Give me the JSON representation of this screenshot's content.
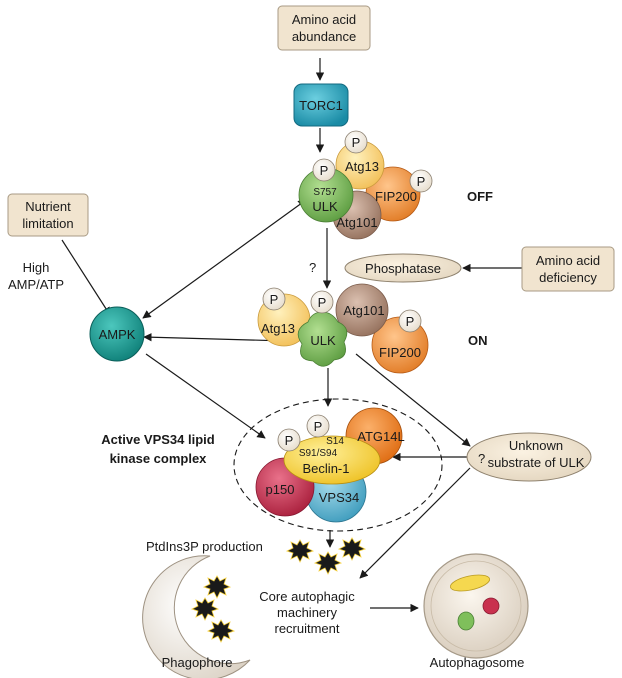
{
  "boxes": {
    "amino_abundance": [
      "Amino acid",
      "abundance"
    ],
    "nutrient_limitation": [
      "Nutrient",
      "limitation"
    ],
    "amino_deficiency": [
      "Amino acid",
      "deficiency"
    ]
  },
  "labels": {
    "torc1": "TORC1",
    "high_amp": [
      "High",
      "AMP/ATP"
    ],
    "ampk": "AMPK",
    "off": "OFF",
    "on": "ON",
    "question": "?",
    "phosphatase": "Phosphatase",
    "unknown_substrate": [
      "Unknown",
      "substrate of ULK"
    ],
    "vps34_complex": [
      "Active VPS34 lipid",
      "kinase complex"
    ],
    "ptdins3p": "PtdIns3P production",
    "core_machinery": [
      "Core autophagic",
      "machinery",
      "recruitment"
    ],
    "phagophore": "Phagophore",
    "autophagosome": "Autophagosome"
  },
  "off_complex": {
    "ulk": "ULK",
    "site": "S757",
    "atg13": "Atg13",
    "fip200": "FIP200",
    "atg101": "Atg101",
    "p": "P"
  },
  "on_complex": {
    "ulk": "ULK",
    "atg13": "Atg13",
    "fip200": "FIP200",
    "atg101": "Atg101",
    "p": "P"
  },
  "vps34": {
    "beclin": "Beclin-1",
    "sites": "S91/S94",
    "s14": "S14",
    "atg14l": "ATG14L",
    "p150": "p150",
    "vps34": "VPS34",
    "p": "P"
  },
  "colors": {
    "box_fill": "#f1e4cf",
    "torc1": "#2ba6bf",
    "ampk": "#1ea39a",
    "ulk": "#7dbd5e",
    "atg13": "#fdd57e",
    "fip200": "#f39a45",
    "atg101": "#b89582",
    "beclin": "#f9d548",
    "atg14l": "#f18a2c",
    "p150": "#c83250",
    "vps34": "#66b9d3"
  }
}
